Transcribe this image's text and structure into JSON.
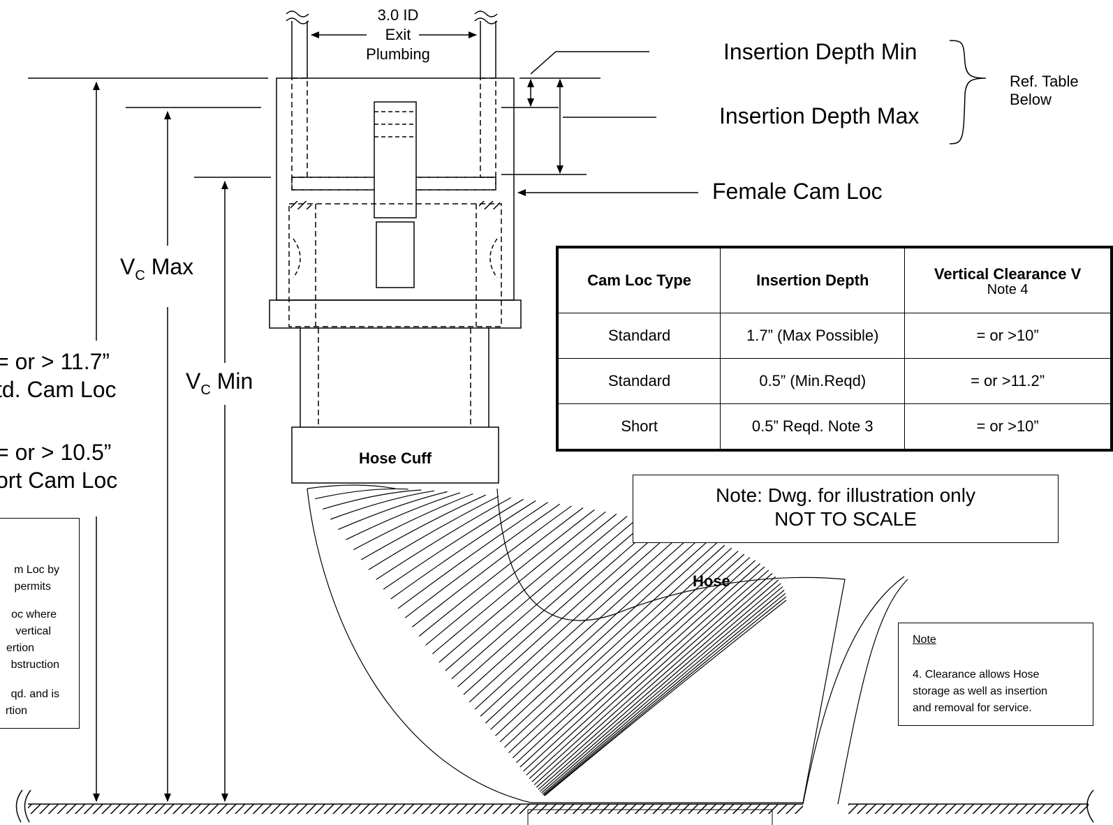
{
  "labels": {
    "exit_plumbing": [
      "3.0 ID",
      "Exit",
      "Plumbing"
    ],
    "insertion_min": "Insertion Depth Min",
    "insertion_max": "Insertion Depth Max",
    "ref_table": [
      "Ref. Table",
      "Below"
    ],
    "female_cam_loc": "Female Cam Loc",
    "vc_max_v": "V",
    "vc_max_sub": "C",
    "vc_max_rest": " Max",
    "vc_min_v": "V",
    "vc_min_sub": "C",
    "vc_min_rest": " Min",
    "std_clear_1": "= or > 11.7”",
    "std_clear_2": "td. Cam Loc",
    "short_clear_1": "= or > 10.5”",
    "short_clear_2": "ort Cam Loc",
    "hose_cuff": "Hose Cuff",
    "hose": "Hose"
  },
  "table": {
    "headers": [
      "Cam Loc Type",
      "Insertion Depth",
      "Vertical Clearance V"
    ],
    "header_note": "Note 4",
    "rows": [
      [
        "Standard",
        "1.7” (Max Possible)",
        "= or >10”"
      ],
      [
        "Standard",
        "0.5” (Min.Reqd)",
        "= or >11.2”"
      ],
      [
        "Short",
        "0.5” Reqd. Note 3",
        "= or >10”"
      ]
    ]
  },
  "scale_note": [
    "Note: Dwg. for illustration only",
    "NOT TO SCALE"
  ],
  "left_notes": [
    "m Loc by",
    "permits",
    "oc where",
    "vertical",
    "ertion",
    "bstruction",
    "qd. and is",
    "rtion"
  ],
  "right_note": {
    "title": "Note",
    "lines": [
      "4. Clearance allows Hose",
      "storage as well as insertion",
      " and removal  for service."
    ]
  }
}
